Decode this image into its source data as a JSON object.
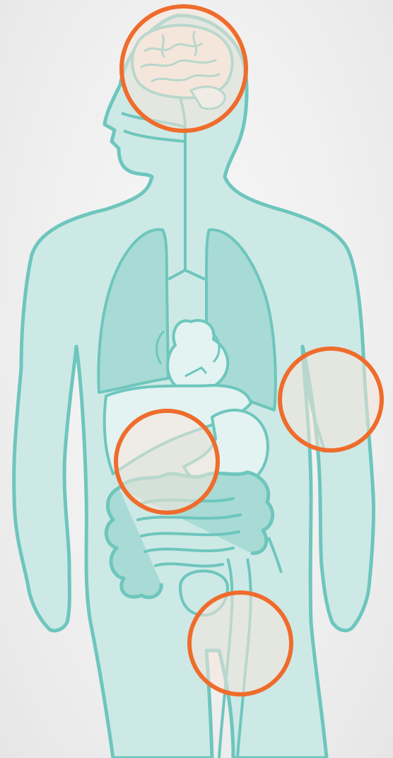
{
  "colors": {
    "body_fill": "#cde9e6",
    "outline": "#6ec6bd",
    "organ_fill": "#a8dbd5",
    "organ_light": "#e2f3f1",
    "highlight_ring": "#ef6c2c",
    "highlight_fill": "#f7e6da",
    "background": "#ededed"
  },
  "figure": {
    "type": "human-anatomy-silhouette",
    "organs": [
      "brain",
      "lungs",
      "heart",
      "liver",
      "stomach",
      "small-intestine",
      "large-intestine",
      "bladder",
      "blood-vessels"
    ]
  },
  "highlights": [
    {
      "region": "brain"
    },
    {
      "region": "arm"
    },
    {
      "region": "liver-stomach"
    },
    {
      "region": "leg"
    }
  ]
}
